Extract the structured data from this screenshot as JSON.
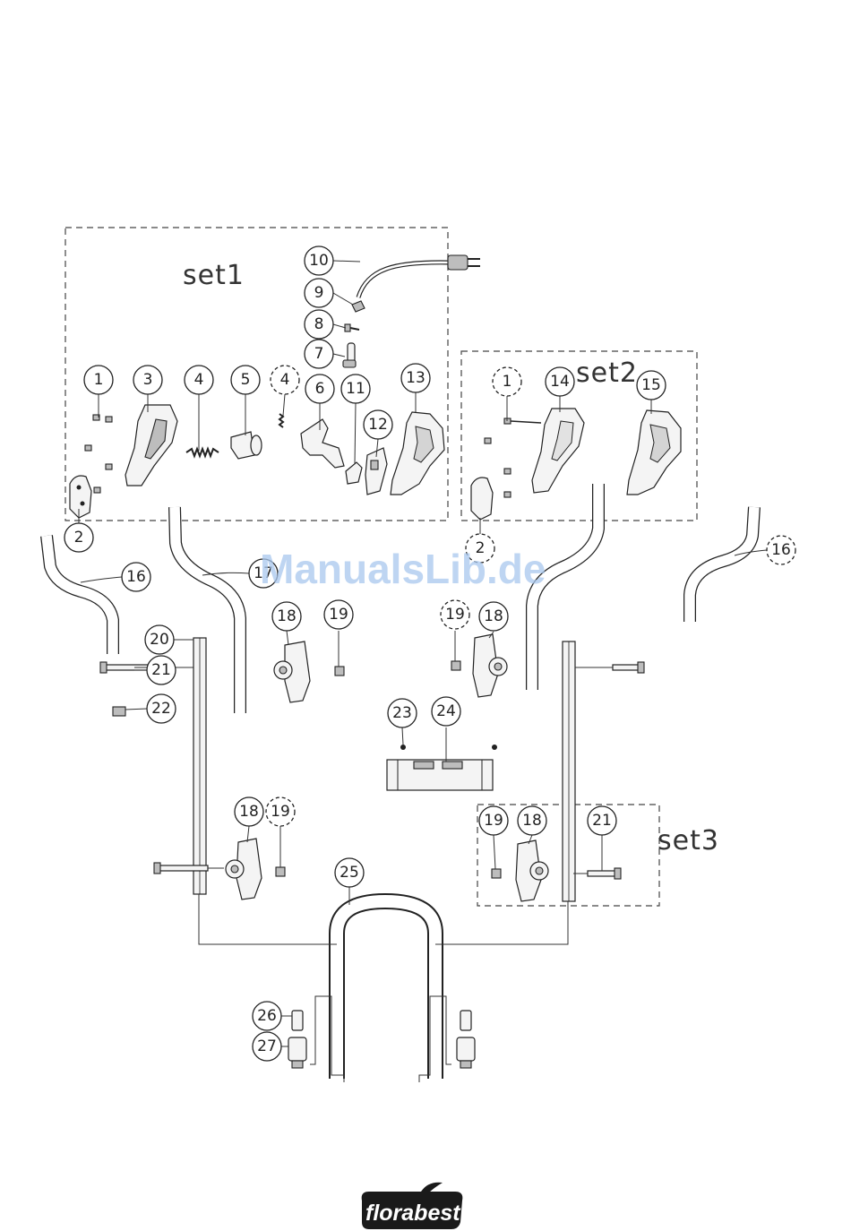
{
  "sets": [
    {
      "id": "set1",
      "label": "set1"
    },
    {
      "id": "set2",
      "label": "set2"
    },
    {
      "id": "set3",
      "label": "set3"
    }
  ],
  "callouts": {
    "c1a": "1",
    "c2a": "2",
    "c3": "3",
    "c4a": "4",
    "c5": "5",
    "c4b": "4",
    "c6": "6",
    "c7": "7",
    "c8": "8",
    "c9": "9",
    "c10": "10",
    "c11": "11",
    "c12": "12",
    "c13": "13",
    "c1b": "1",
    "c14": "14",
    "c15": "15",
    "c2b": "2",
    "c16a": "16",
    "c17": "17",
    "c16b": "16",
    "c18a": "18",
    "c19a": "19",
    "c19b": "19",
    "c18b": "18",
    "c20": "20",
    "c21a": "21",
    "c22": "22",
    "c23": "23",
    "c24": "24",
    "c18c": "18",
    "c19c": "19",
    "c19d": "19",
    "c18d": "18",
    "c21b": "21",
    "c25": "25",
    "c26": "26",
    "c27": "27"
  },
  "watermark": "ManualsLib.de",
  "brand": {
    "name": "florabest",
    "bg": "#1a1a1a",
    "fg": "#ffffff"
  }
}
